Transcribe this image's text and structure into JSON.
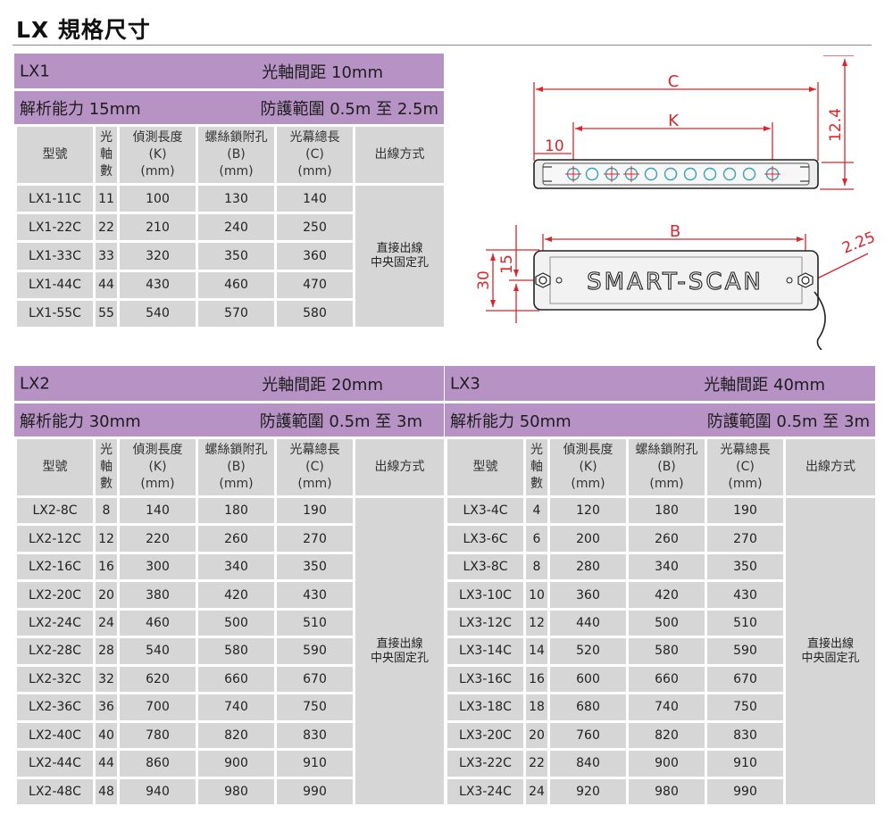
{
  "page": {
    "title": "LX 規格尺寸"
  },
  "header_labels": {
    "model": "型號",
    "axes": [
      "光",
      "軸",
      "數"
    ],
    "k": [
      "偵測長度",
      "(K)",
      "(mm)"
    ],
    "b": [
      "螺絲鎖附孔",
      "(B)",
      "(mm)"
    ],
    "c": [
      "光幕總長",
      "(C)",
      "(mm)"
    ],
    "output": "出線方式"
  },
  "output_method": [
    "直接出線",
    "中央固定孔"
  ],
  "lx1": {
    "name": "LX1",
    "pitch": "光軸間距 10mm",
    "resolution": "解析能力 15mm",
    "range": "防護範圍 0.5m 至 2.5m",
    "rows": [
      [
        "LX1-11C",
        "11",
        "100",
        "130",
        "140"
      ],
      [
        "LX1-22C",
        "22",
        "210",
        "240",
        "250"
      ],
      [
        "LX1-33C",
        "33",
        "320",
        "350",
        "360"
      ],
      [
        "LX1-44C",
        "44",
        "430",
        "460",
        "470"
      ],
      [
        "LX1-55C",
        "55",
        "540",
        "570",
        "580"
      ]
    ]
  },
  "lx2": {
    "name": "LX2",
    "pitch": "光軸間距 20mm",
    "resolution": "解析能力 30mm",
    "range": "防護範圍 0.5m 至 3m",
    "rows": [
      [
        "LX2-8C",
        "8",
        "140",
        "180",
        "190"
      ],
      [
        "LX2-12C",
        "12",
        "220",
        "260",
        "270"
      ],
      [
        "LX2-16C",
        "16",
        "300",
        "340",
        "350"
      ],
      [
        "LX2-20C",
        "20",
        "380",
        "420",
        "430"
      ],
      [
        "LX2-24C",
        "24",
        "460",
        "500",
        "510"
      ],
      [
        "LX2-28C",
        "28",
        "540",
        "580",
        "590"
      ],
      [
        "LX2-32C",
        "32",
        "620",
        "660",
        "670"
      ],
      [
        "LX2-36C",
        "36",
        "700",
        "740",
        "750"
      ],
      [
        "LX2-40C",
        "40",
        "780",
        "820",
        "830"
      ],
      [
        "LX2-44C",
        "44",
        "860",
        "900",
        "910"
      ],
      [
        "LX2-48C",
        "48",
        "940",
        "980",
        "990"
      ]
    ]
  },
  "lx3": {
    "name": "LX3",
    "pitch": "光軸間距 40mm",
    "resolution": "解析能力 50mm",
    "range": "防護範圍 0.5m 至 3m",
    "rows": [
      [
        "LX3-4C",
        "4",
        "120",
        "180",
        "190"
      ],
      [
        "LX3-6C",
        "6",
        "200",
        "260",
        "270"
      ],
      [
        "LX3-8C",
        "8",
        "280",
        "340",
        "350"
      ],
      [
        "LX3-10C",
        "10",
        "360",
        "420",
        "430"
      ],
      [
        "LX3-12C",
        "12",
        "440",
        "500",
        "510"
      ],
      [
        "LX3-14C",
        "14",
        "520",
        "580",
        "590"
      ],
      [
        "LX3-16C",
        "16",
        "600",
        "660",
        "670"
      ],
      [
        "LX3-18C",
        "18",
        "680",
        "740",
        "750"
      ],
      [
        "LX3-20C",
        "20",
        "760",
        "820",
        "830"
      ],
      [
        "LX3-22C",
        "22",
        "840",
        "900",
        "910"
      ],
      [
        "LX3-24C",
        "24",
        "920",
        "980",
        "990"
      ]
    ]
  },
  "diagram": {
    "dim_c": "C",
    "dim_k": "K",
    "dim_b": "B",
    "dim_10": "10",
    "dim_12_4": "12.4",
    "dim_30": "30",
    "dim_15": "15",
    "dim_2_25": "2.25",
    "logo_text": "SMART-SCAN",
    "line_color": "#d9262b"
  }
}
